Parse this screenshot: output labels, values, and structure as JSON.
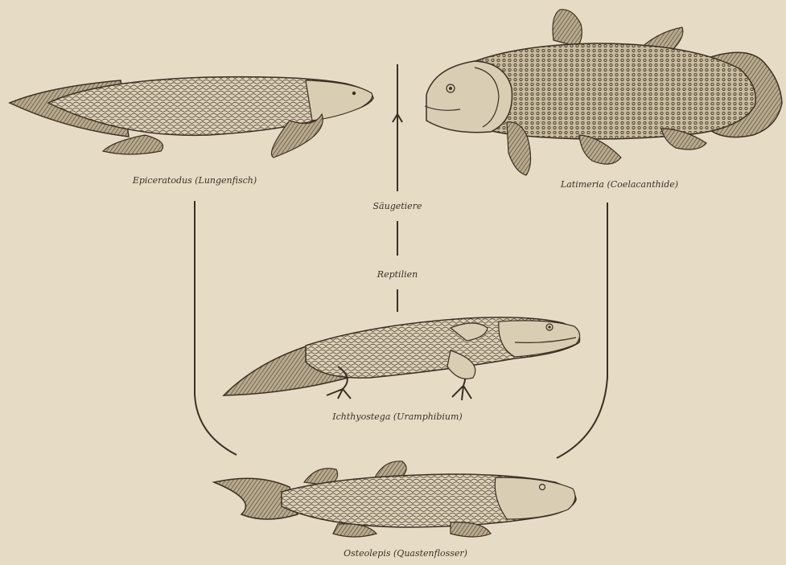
{
  "captions": {
    "epiceratodus": "Epiceratodus (Lungenfisch)",
    "latimeria": "Latimeria (Coelacanthide)",
    "saeugetiere": "Säugetiere",
    "reptilien": "Reptilien",
    "ichthyostega": "Ichthyostega (Uramphibium)",
    "osteolepis": "Osteolepis (Quastenflosser)"
  },
  "colors": {
    "paper": "#e6dcc6",
    "ink": "#3a2f22",
    "fish_fill": "#d9cdb3",
    "dark_fill": "#8a7c66"
  }
}
